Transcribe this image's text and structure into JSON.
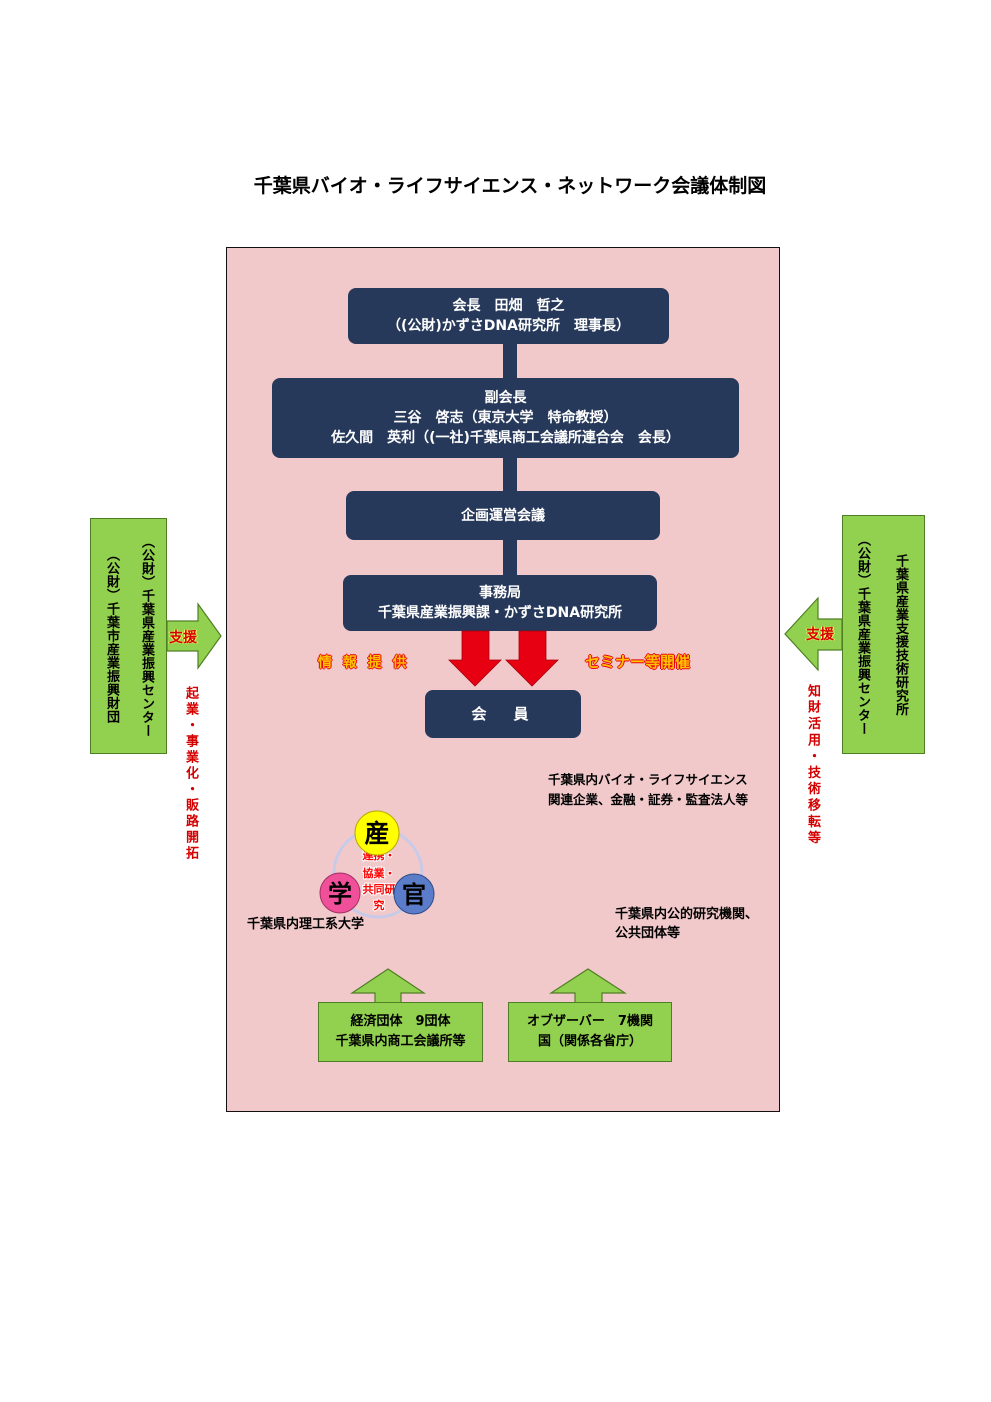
{
  "colors": {
    "navy": "#27395b",
    "panel": "#f2c9cb",
    "green": "#92d050",
    "green_border": "#4f7f24",
    "arrow_red": "#e60012",
    "label_red": "#d40000",
    "industry_yellow": "#ffff00",
    "academia_pink": "#f0509a",
    "government_blue": "#5b7dc9",
    "ring": "#c7cbe9"
  },
  "title": "千葉県バイオ・ライフサイエンス・ネットワーク会議体制図",
  "chairman": {
    "lines": [
      "会長　田畑　哲之",
      "（(公財)かずさDNA研究所　理事長）"
    ]
  },
  "vice_chairman": {
    "lines": [
      "副会長",
      "三谷　啓志（東京大学　特命教授）",
      "佐久間　英利（(一社)千葉県商工会議所連合会　会長）"
    ]
  },
  "planning_committee": {
    "label": "企画運営会議"
  },
  "secretariat": {
    "lines": [
      "事務局",
      "千葉県産業振興課・かずさDNA研究所"
    ]
  },
  "members": {
    "label": "会　員"
  },
  "flow_labels": {
    "info": "情 報 提 供",
    "seminar": "セミナー等開催"
  },
  "left_support": {
    "org_lines": [
      "（公財）千葉県産業振興センター",
      "（公財）千葉市産業振興財団"
    ],
    "arrow_label": "支援",
    "role": "起業・事業化・販路開拓"
  },
  "right_support": {
    "org_lines": [
      "千葉県産業支援技術研究所",
      "（公財）千葉県産業振興センター"
    ],
    "arrow_label": "支援",
    "role": "知財活用・技術移転等"
  },
  "industry_group": {
    "lines": [
      "千葉県内バイオ・ライフサイエンス",
      "関連企業、金融・証券・監査法人等"
    ]
  },
  "triad": {
    "industry": "産",
    "academia": "学",
    "government": "官",
    "center_lines": [
      "連携・",
      "協業・",
      "共同研",
      "究"
    ]
  },
  "academia_group": {
    "label": "千葉県内理工系大学"
  },
  "public_group": {
    "lines": [
      "千葉県内公的研究機関、",
      "公共団体等"
    ]
  },
  "economic_groups": {
    "lines": [
      "経済団体　9団体",
      "千葉県内商工会議所等"
    ]
  },
  "observers": {
    "lines": [
      "オブザーバー　7機関",
      "国（関係各省庁）"
    ]
  }
}
